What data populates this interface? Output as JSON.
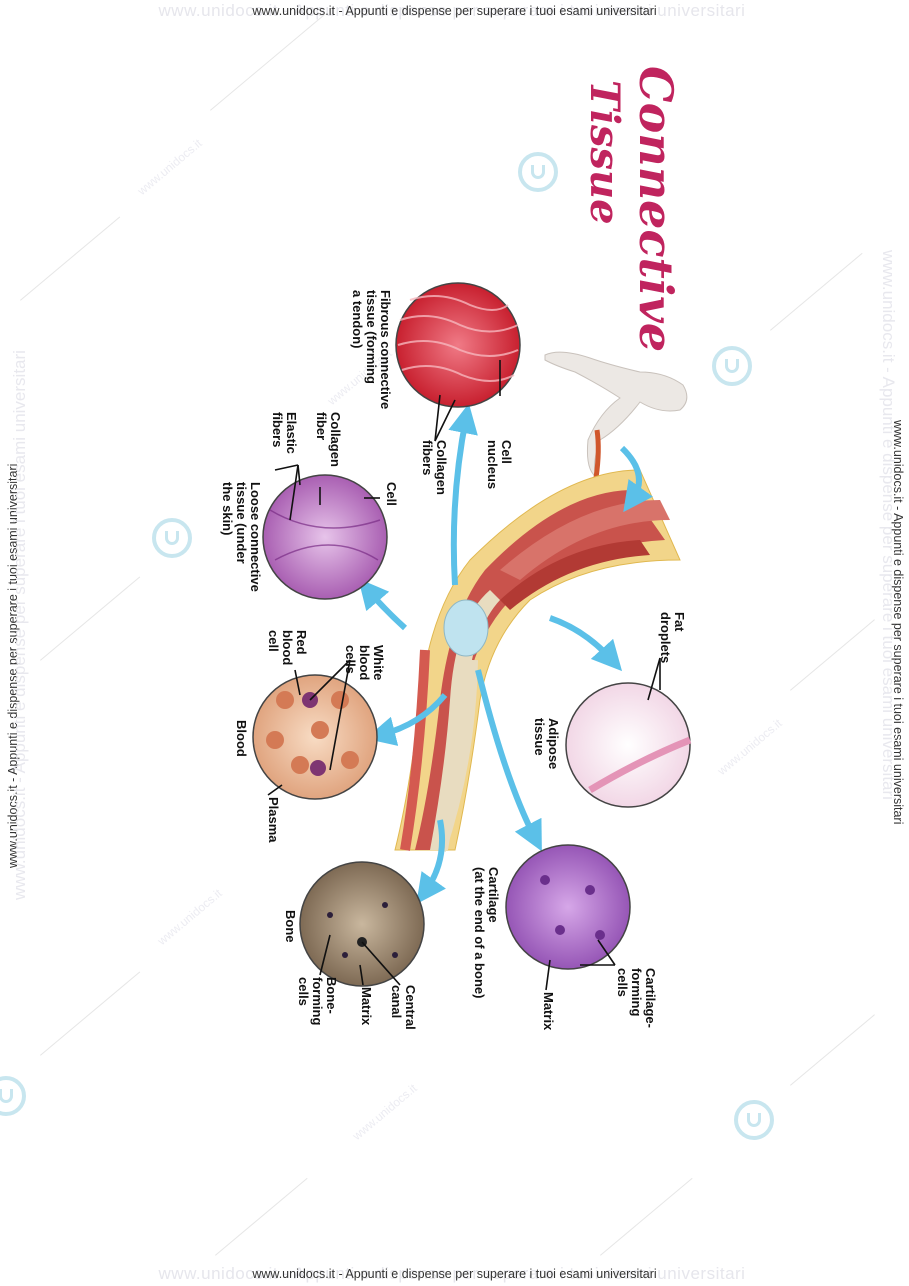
{
  "header": {
    "footer_text": "www.unidocs.it - Appunti e dispense per superare i tuoi esami universitari",
    "watermark_big": "www.unidocs.it - Appunti e dispense per superare i tuoi esami universitari",
    "watermark_small": "www.unidocs.it"
  },
  "title": {
    "line1": "Connective",
    "line2": "Tissue"
  },
  "figure": {
    "labels": {
      "fibrous": "Fibrous connective\ntissue (forming\na tendon)",
      "cell_nucleus": "Cell\nnucleus",
      "collagen_fibers": "Collagen\nfibers",
      "loose": "Loose connective\ntissue (under\nthe skin)",
      "cell": "Cell",
      "collagen_fiber": "Collagen\nfiber",
      "elastic_fibers": "Elastic\nfibers",
      "fat_droplets": "Fat\ndroplets",
      "adipose": "Adipose\ntissue",
      "white_blood": "White\nblood\ncells",
      "red_blood": "Red\nblood\ncell",
      "blood": "Blood",
      "plasma": "Plasma",
      "cartilage": "Cartilage\n(at the end of a bone)",
      "cartilage_forming": "Cartilage-\nforming\ncells",
      "matrix_cart": "Matrix",
      "bone": "Bone",
      "central_canal": "Central\ncanal",
      "matrix_bone": "Matrix",
      "bone_forming": "Bone-\nforming\ncells"
    }
  },
  "colors": {
    "title": "#c0245e",
    "arrow": "#5bc0e8",
    "fibrous": "#d8323f",
    "loose": "#b86fbf",
    "adipose": "#f6e6ef",
    "blood": "#e9b38e",
    "cartilage": "#a86ac8",
    "bone": "#9a8570"
  }
}
